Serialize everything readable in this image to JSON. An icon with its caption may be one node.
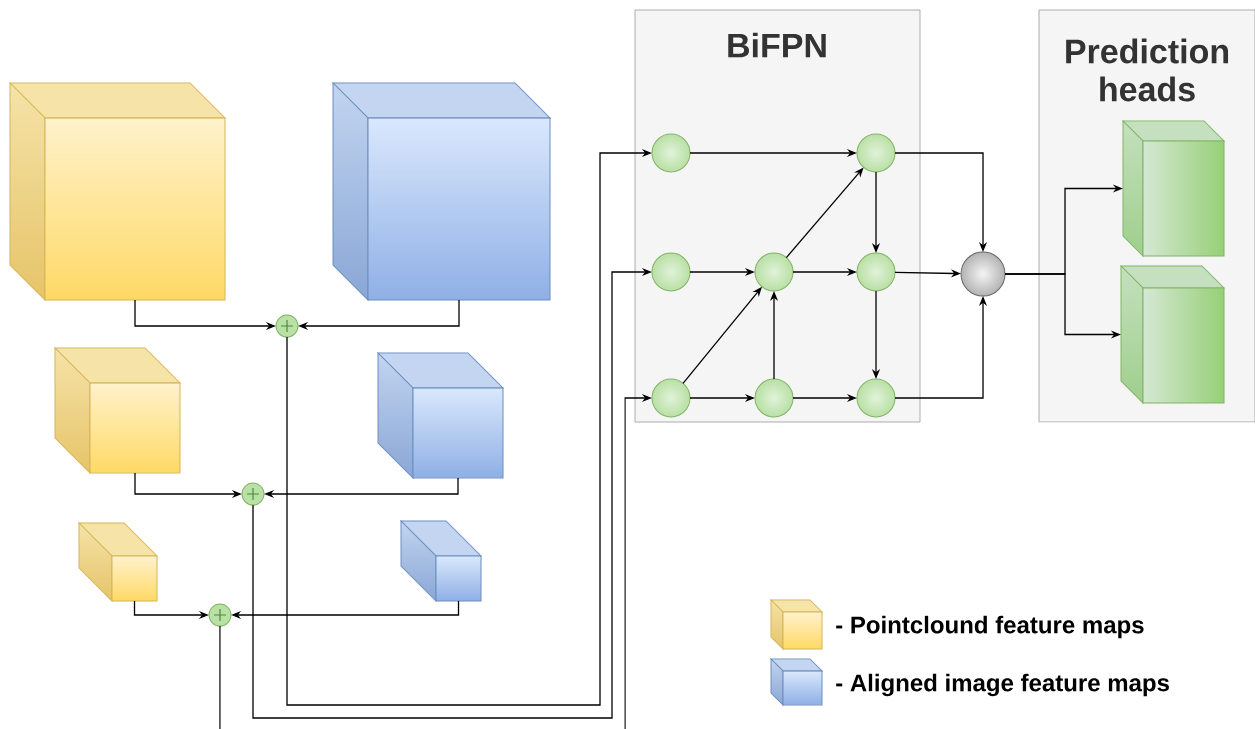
{
  "diagram": {
    "nodes": [
      {
        "text": [
          "BiFPN"
        ]
      },
      {
        "text": [
          "Prediction heads"
        ]
      },
      {
        "text": [],
        "shape": "box"
      },
      {
        "text": [],
        "shape": "box"
      },
      {
        "text": [],
        "shape": "box"
      },
      {
        "text": [],
        "shape": "box"
      },
      {
        "text": [],
        "shape": "box"
      },
      {
        "text": [],
        "shape": "box"
      },
      {
        "text": [],
        "shape": "circle"
      },
      {
        "text": [],
        "shape": "circle"
      },
      {
        "text": [],
        "shape": "circle"
      },
      {
        "text": [],
        "shape": "circle",
        "in": 0
      },
      {
        "text": [],
        "shape": "circle",
        "in": 0
      },
      {
        "text": [],
        "shape": "circle",
        "in": 0
      },
      {
        "text": [],
        "shape": "circle",
        "in": 0
      },
      {
        "text": [],
        "shape": "circle",
        "in": 0
      },
      {
        "text": [],
        "shape": "circle",
        "in": 0
      },
      {
        "text": [],
        "shape": "circle",
        "in": 0
      },
      {
        "text": [],
        "shape": "circle",
        "in": 0
      },
      {
        "text": [],
        "shape": "circle"
      },
      {
        "text": [],
        "shape": "box",
        "in": 1
      },
      {
        "text": [],
        "shape": "box",
        "in": 1
      }
    ],
    "edges": [
      {
        "from": 2,
        "to": 8,
        "arrow": "to"
      },
      {
        "from": 3,
        "to": 8,
        "arrow": "to"
      },
      {
        "from": 4,
        "to": 9,
        "arrow": "to"
      },
      {
        "from": 5,
        "to": 9,
        "arrow": "to"
      },
      {
        "from": 6,
        "to": 10,
        "arrow": "to"
      },
      {
        "from": 7,
        "to": 10,
        "arrow": "to"
      },
      {
        "from": 8,
        "to": 11,
        "arrow": "to"
      },
      {
        "from": 9,
        "to": 12,
        "arrow": "to"
      },
      {
        "from": 10,
        "to": null,
        "arrow": "none"
      },
      {
        "from": null,
        "to": 13,
        "arrow": "to"
      },
      {
        "from": 11,
        "to": 16,
        "arrow": "to"
      },
      {
        "from": 12,
        "to": 14,
        "arrow": "to"
      },
      {
        "from": 14,
        "to": 17,
        "arrow": "to"
      },
      {
        "from": 14,
        "to": 16,
        "arrow": "to"
      },
      {
        "from": 13,
        "to": 14,
        "arrow": "to"
      },
      {
        "from": 13,
        "to": 15,
        "arrow": "to"
      },
      {
        "from": 15,
        "to": 14,
        "arrow": "to"
      },
      {
        "from": 15,
        "to": 18,
        "arrow": "to"
      },
      {
        "from": 16,
        "to": 17,
        "arrow": "to"
      },
      {
        "from": 17,
        "to": 18,
        "arrow": "to"
      },
      {
        "from": 16,
        "to": 19,
        "arrow": "to"
      },
      {
        "from": 17,
        "to": 19,
        "arrow": "to"
      },
      {
        "from": 18,
        "to": 19,
        "arrow": "to"
      },
      {
        "from": 19,
        "to": 20,
        "arrow": "to"
      },
      {
        "from": 19,
        "to": 21,
        "arrow": "to"
      }
    ],
    "legend": [
      {
        "text": "- Pointclound feature maps"
      },
      {
        "text": "- Aligned image feature maps"
      }
    ]
  }
}
